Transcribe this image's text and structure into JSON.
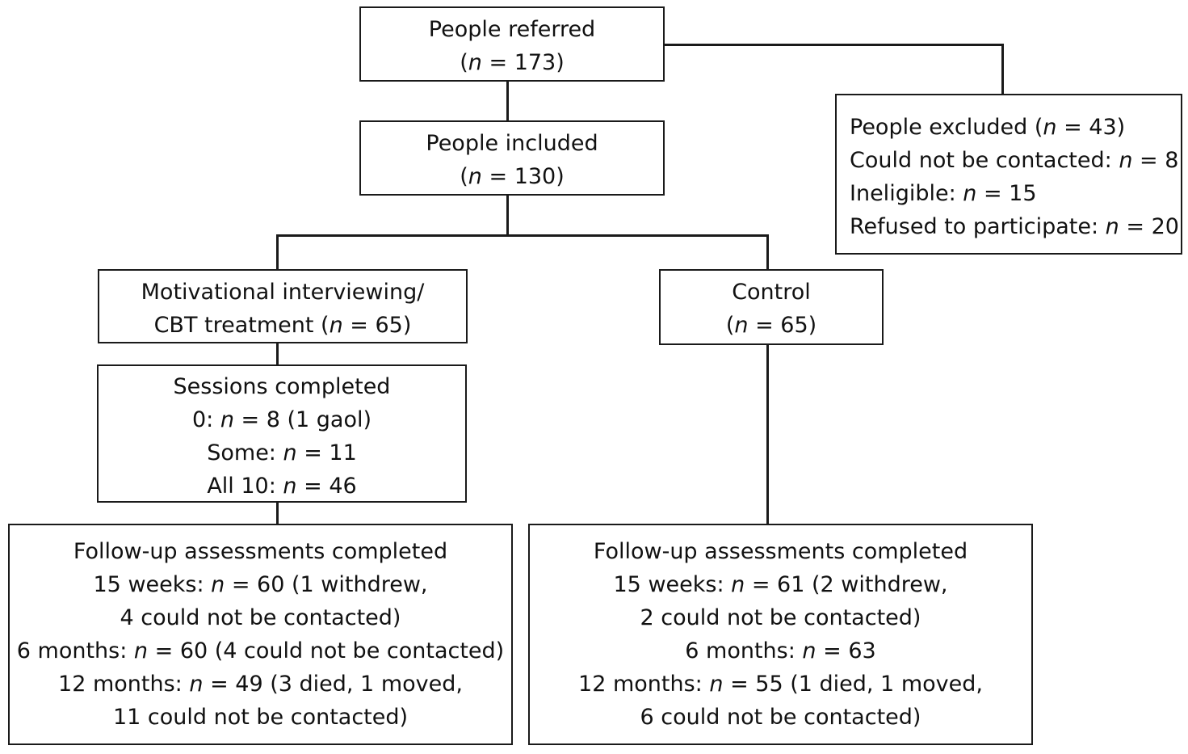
{
  "boxes": {
    "referred": {
      "lines": [
        [
          "People referred"
        ],
        [
          "(",
          "n",
          " = 173)"
        ]
      ]
    },
    "excluded": {
      "lines": [
        [
          "People excluded (",
          "n",
          " = 43)"
        ],
        [
          "Could not be contacted: ",
          "n",
          " = 8"
        ],
        [
          "Ineligible: ",
          "n",
          " = 15"
        ],
        [
          "Refused to participate: ",
          "n",
          " = 20"
        ]
      ]
    },
    "included": {
      "lines": [
        [
          "People included"
        ],
        [
          "(",
          "n",
          " = 130)"
        ]
      ]
    },
    "mi_cbt": {
      "lines": [
        [
          "Motivational interviewing/"
        ],
        [
          "CBT treatment (",
          "n",
          " = 65)"
        ]
      ]
    },
    "control": {
      "lines": [
        [
          "Control"
        ],
        [
          "(",
          "n",
          " = 65)"
        ]
      ]
    },
    "sessions": {
      "lines": [
        [
          "Sessions completed"
        ],
        [
          "0: ",
          "n",
          " = 8 (1 gaol)"
        ],
        [
          "Some: ",
          "n",
          " = 11"
        ],
        [
          "All 10: ",
          "n",
          " = 46"
        ]
      ]
    },
    "followup_mi": {
      "lines": [
        [
          "Follow-up assessments completed"
        ],
        [
          "15 weeks: ",
          "n",
          " = 60 (1 withdrew,"
        ],
        [
          "4 could not be contacted)"
        ],
        [
          "6 months: ",
          "n",
          " = 60 (4 could not be contacted)"
        ],
        [
          "12 months: ",
          "n",
          " = 49 (3 died, 1 moved,"
        ],
        [
          "11 could not be contacted)"
        ]
      ]
    },
    "followup_control": {
      "lines": [
        [
          "Follow-up assessments completed"
        ],
        [
          "15 weeks: ",
          "n",
          " = 61 (2 withdrew,"
        ],
        [
          "2 could not be contacted)"
        ],
        [
          "6 months: ",
          "n",
          " = 63"
        ],
        [
          "12 months: ",
          "n",
          " = 55 (1 died, 1 moved,"
        ],
        [
          "6 could not be contacted)"
        ]
      ]
    }
  }
}
